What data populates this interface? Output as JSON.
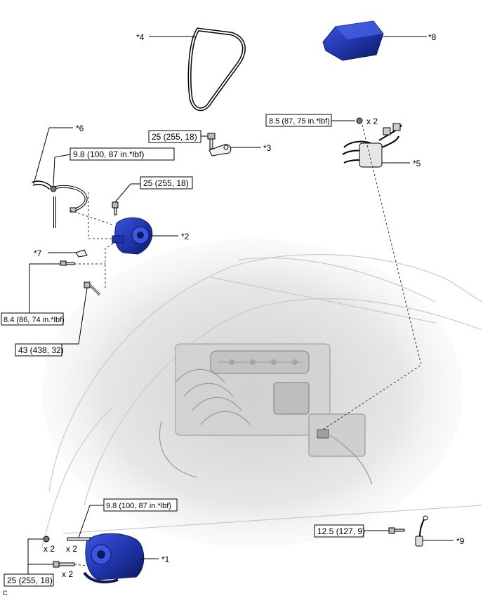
{
  "callouts": {
    "c1": "*1",
    "c2": "*2",
    "c3": "*3",
    "c4": "*4",
    "c5": "*5",
    "c6": "*6",
    "c7": "*7",
    "c8": "*8",
    "c9": "*9"
  },
  "torques": {
    "t25_top": "25 (255, 18)",
    "t85": "8.5 (87, 75 in.*lbf)",
    "t98_top": "9.8 (100, 87 in.*lbf)",
    "t25_mid": "25 (255, 18)",
    "t84": "8.4 (86, 74 in.*lbf)",
    "t43": "43 (438, 32)",
    "t98_bottom": "9.8 (100, 87 in.*lbf)",
    "t125": "12.5 (127, 9)",
    "t25_bottom": "25 (255, 18)"
  },
  "quantities": {
    "q_relay": "x 2",
    "q_a": "x 2",
    "q_b": "x 2",
    "q_c": "x 2"
  },
  "corner_mark": "C",
  "colors": {
    "part_blue": "#1f33a8",
    "part_dark": "#0b1a5c",
    "engine_gray": "#d9d9d9"
  }
}
